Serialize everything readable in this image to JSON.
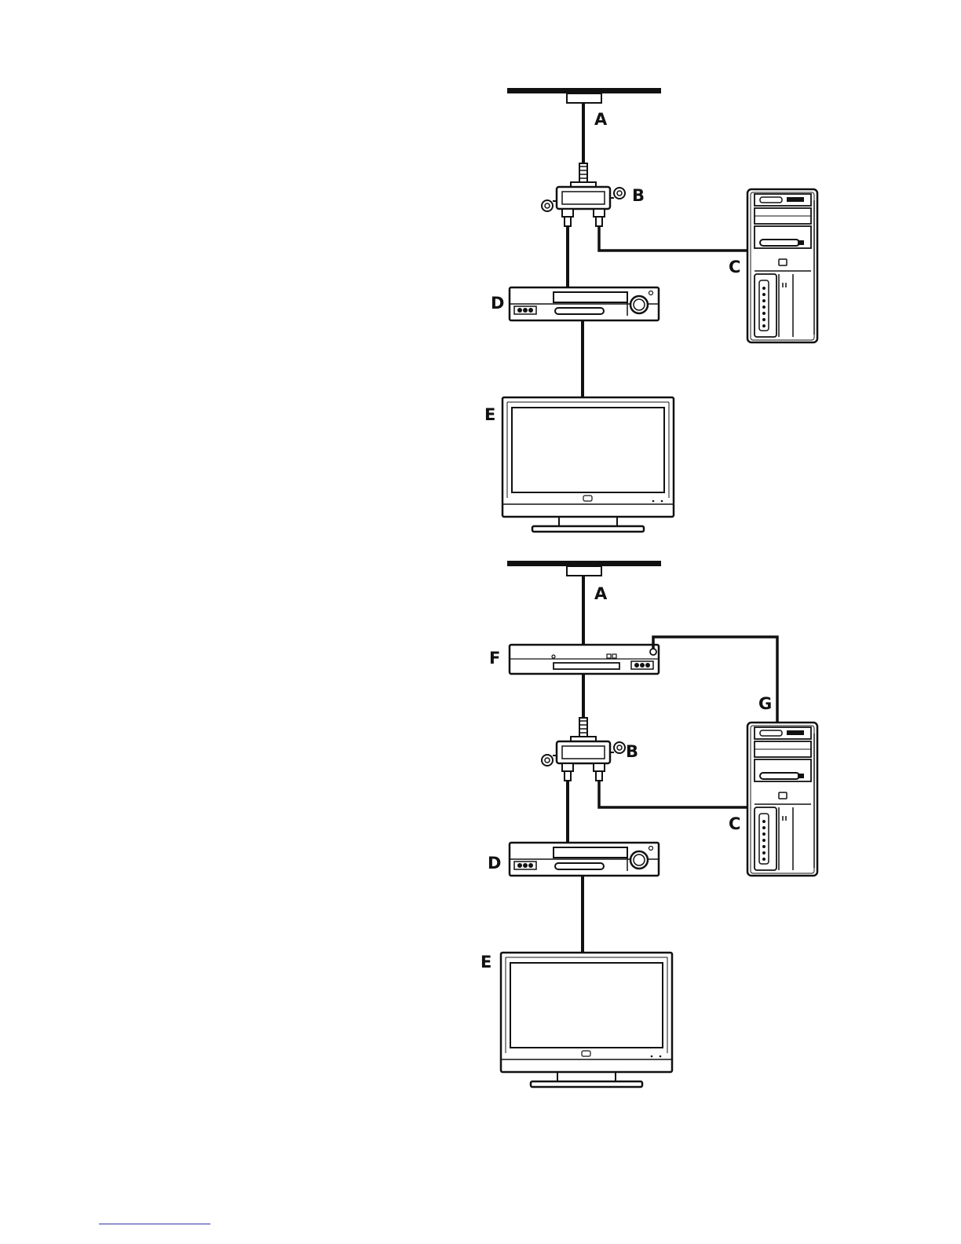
{
  "colors": {
    "line": "#111111",
    "background": "#ffffff",
    "footnote_rule": "#3333aa"
  },
  "diagram_top": {
    "labels": {
      "a": "A",
      "b": "B",
      "c": "C",
      "d": "D",
      "e": "E"
    }
  },
  "diagram_bottom": {
    "labels": {
      "a": "A",
      "f": "F",
      "g": "G",
      "b": "B",
      "c": "C",
      "d": "D",
      "e": "E"
    }
  }
}
